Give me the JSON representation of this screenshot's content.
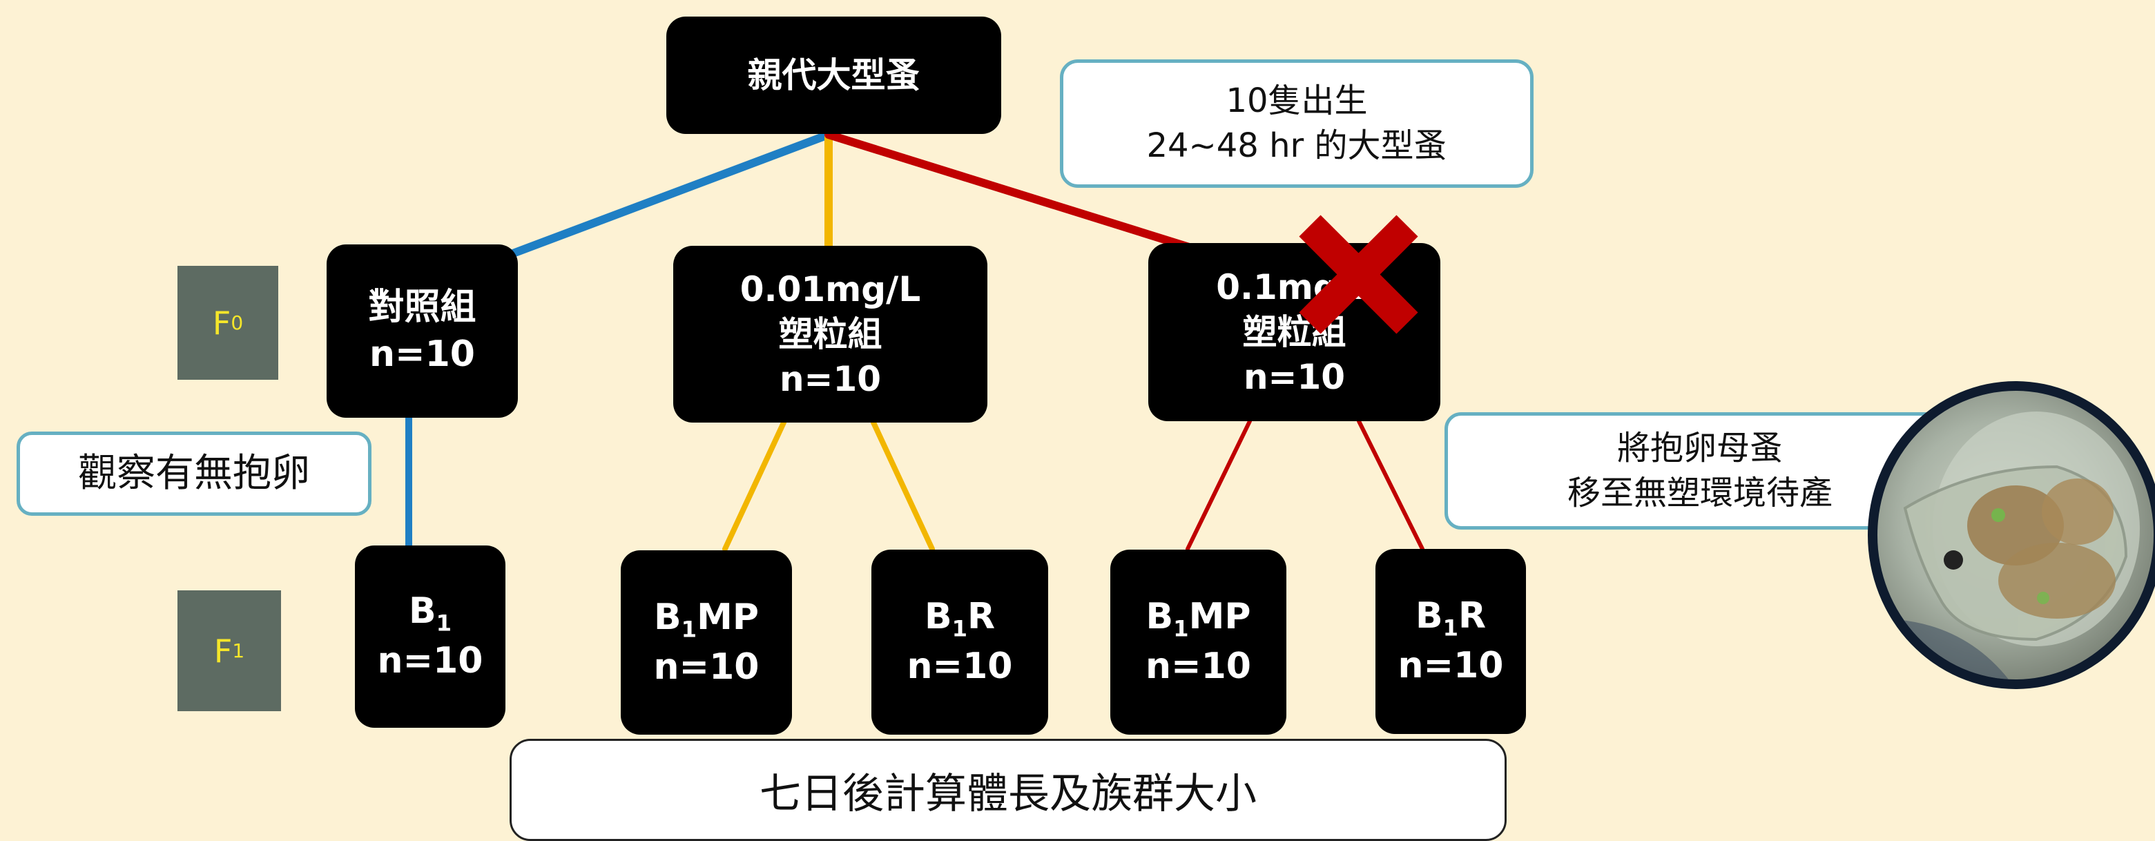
{
  "parent": {
    "label": "親代大型蚤"
  },
  "note_top": {
    "line1": "10隻出生",
    "line2": "24~48 hr 的大型蚤"
  },
  "generations": {
    "f0": "F",
    "f0_sub": "0",
    "f1": "F",
    "f1_sub": "1"
  },
  "f0_groups": [
    {
      "line1": "對照組",
      "line2": "n=10"
    },
    {
      "line1": "0.01mg/L",
      "line2": "塑粒組",
      "line3": "n=10"
    },
    {
      "line1": "0.1mg/L",
      "line2": "塑粒組",
      "line3": "n=10"
    }
  ],
  "f1_groups": [
    {
      "name": "B",
      "sub": "1",
      "suffix": "",
      "n": "n=10"
    },
    {
      "name": "B",
      "sub": "1",
      "suffix": "MP",
      "n": "n=10"
    },
    {
      "name": "B",
      "sub": "1",
      "suffix": "R",
      "n": "n=10"
    },
    {
      "name": "B",
      "sub": "1",
      "suffix": "MP",
      "n": "n=10"
    },
    {
      "name": "B",
      "sub": "1",
      "suffix": "R",
      "n": "n=10"
    }
  ],
  "note_left": {
    "text": "觀察有無抱卵"
  },
  "note_right": {
    "line1": "將抱卵母蚤",
    "line2": "移至無塑環境待產"
  },
  "summary": {
    "text": "七日後計算體長及族群大小"
  },
  "colors": {
    "control": "#1f7fc4",
    "low_dose": "#f2b600",
    "high_dose": "#c00000",
    "cross": "#c00000"
  },
  "icons": {
    "cross": "x-mark-icon",
    "photo": "daphnia-photo"
  }
}
